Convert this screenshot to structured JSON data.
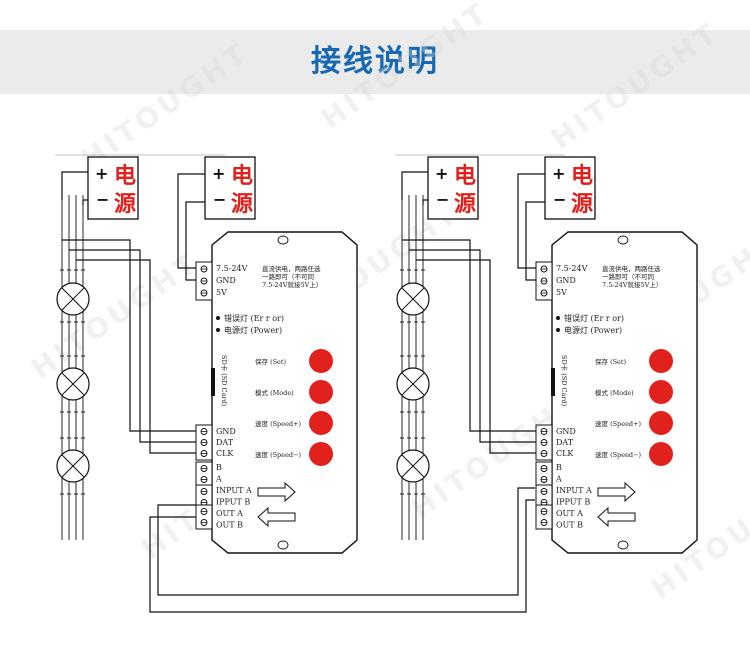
{
  "banner": {
    "title": "接线说明"
  },
  "watermark": "HITOUGHT",
  "psu": {
    "label": "电源",
    "plus": "+",
    "minus": "−"
  },
  "controller": {
    "power_terminals": [
      "7.5-24V",
      "GND",
      "5V"
    ],
    "power_note": [
      "直流供电，两路任选",
      "一路即可（不可同",
      "7.5-24V就接5V上）"
    ],
    "indicators": [
      "错误灯 (Er r or)",
      "电源灯 (Power)"
    ],
    "sd_card": "SD卡 (SD Card)",
    "buttons": [
      "保存 (Set)",
      "模式 (Mode)",
      "速度 (Speed+)",
      "速度 (Speed−)"
    ],
    "signal_terminals": [
      "GND",
      "DAT",
      "CLK"
    ],
    "sync_terminals": [
      "B",
      "A",
      "INPUT A",
      "IPPUT B",
      "OUT A",
      "OUT B"
    ]
  },
  "colors": {
    "banner_bg": "#ebebeb",
    "title": "#1769b3",
    "psu_text": "#e0211c",
    "button": "#e0211c"
  }
}
